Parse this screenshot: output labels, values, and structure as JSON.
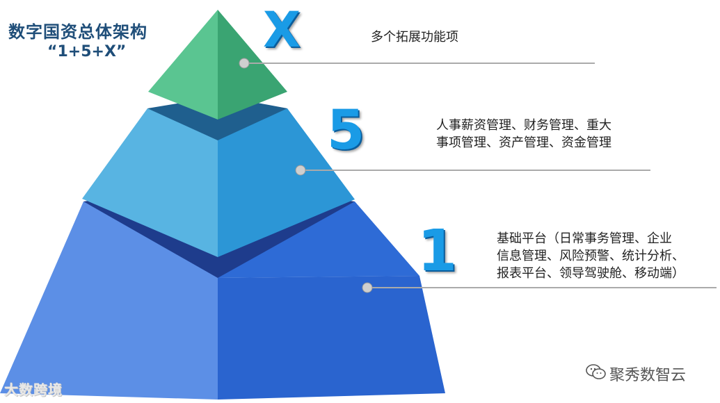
{
  "title": "数字国资总体架构",
  "subtitle": "“1+5+X”",
  "levels": [
    {
      "number": "X",
      "description": [
        "多个拓展功能项"
      ]
    },
    {
      "number": "5",
      "description": [
        "人事薪资管理、财务管理、重大",
        "事项管理、资产管理、资金管理"
      ]
    },
    {
      "number": "1",
      "description": [
        "基础平台（日常事务管理、企业",
        "信息管理、风险预警、统计分析、",
        "报表平台、领导驾驶舱、移动端）"
      ]
    }
  ],
  "watermark_left": "大数跨境",
  "watermark_right": "聚秀数智云",
  "colors": {
    "top_left": "#5ac591",
    "top_right": "#3aa472",
    "mid_left": "#58b4e2",
    "mid_right": "#2c96d6",
    "bottom_left": "#5c8fe6",
    "bottom_right": "#2e6bd6",
    "band": "#1f5f8e",
    "band_bottom": "#1e3c8c",
    "leader": "#aaaaaa",
    "dot": "#cfcfcf"
  }
}
